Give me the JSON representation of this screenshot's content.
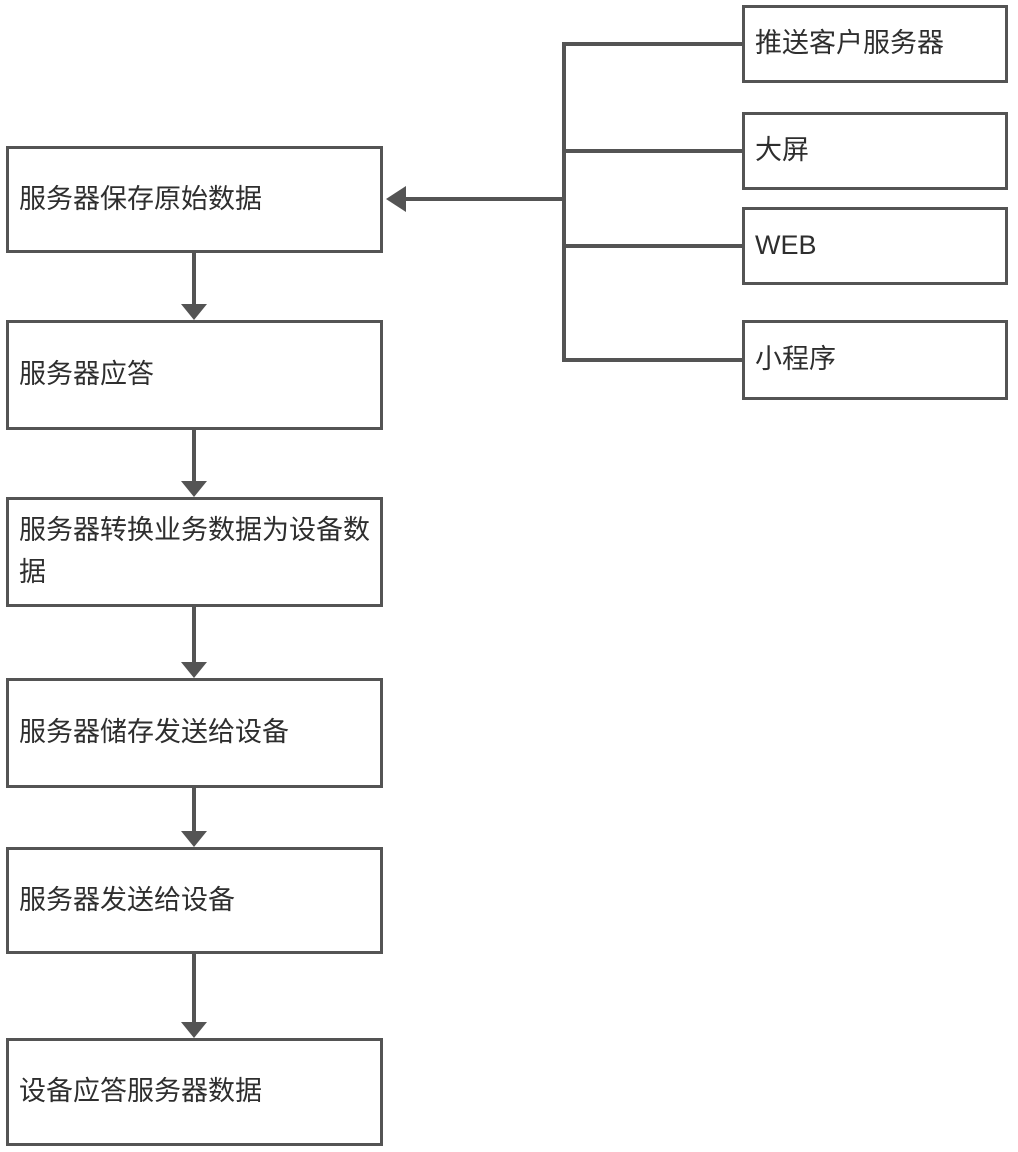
{
  "diagram": {
    "type": "flowchart",
    "colors": {
      "line": "#545454",
      "text": "#2e2e2e",
      "background": "#ffffff"
    },
    "left_nodes": [
      {
        "label": "服务器保存原始数据"
      },
      {
        "label": "服务器应答"
      },
      {
        "label": "服务器转换业务数据为设备数据"
      },
      {
        "label": "服务器储存发送给设备"
      },
      {
        "label": "服务器发送给设备"
      },
      {
        "label": "设备应答服务器数据"
      }
    ],
    "right_nodes": [
      {
        "label": "推送客户服务器"
      },
      {
        "label": "大屏"
      },
      {
        "label": "WEB"
      },
      {
        "label": "小程序"
      }
    ],
    "edges": [
      {
        "from": "推送客户服务器",
        "to": "服务器保存原始数据",
        "arrow": true
      },
      {
        "from": "大屏",
        "to": "服务器保存原始数据",
        "arrow": true
      },
      {
        "from": "WEB",
        "to": "服务器保存原始数据",
        "arrow": true
      },
      {
        "from": "小程序",
        "to": "服务器保存原始数据",
        "arrow": true
      },
      {
        "from": "服务器保存原始数据",
        "to": "服务器应答",
        "arrow": true
      },
      {
        "from": "服务器应答",
        "to": "服务器转换业务数据为设备数据",
        "arrow": true
      },
      {
        "from": "服务器转换业务数据为设备数据",
        "to": "服务器储存发送给设备",
        "arrow": true
      },
      {
        "from": "服务器储存发送给设备",
        "to": "服务器发送给设备",
        "arrow": true
      },
      {
        "from": "服务器发送给设备",
        "to": "设备应答服务器数据",
        "arrow": true
      }
    ]
  }
}
